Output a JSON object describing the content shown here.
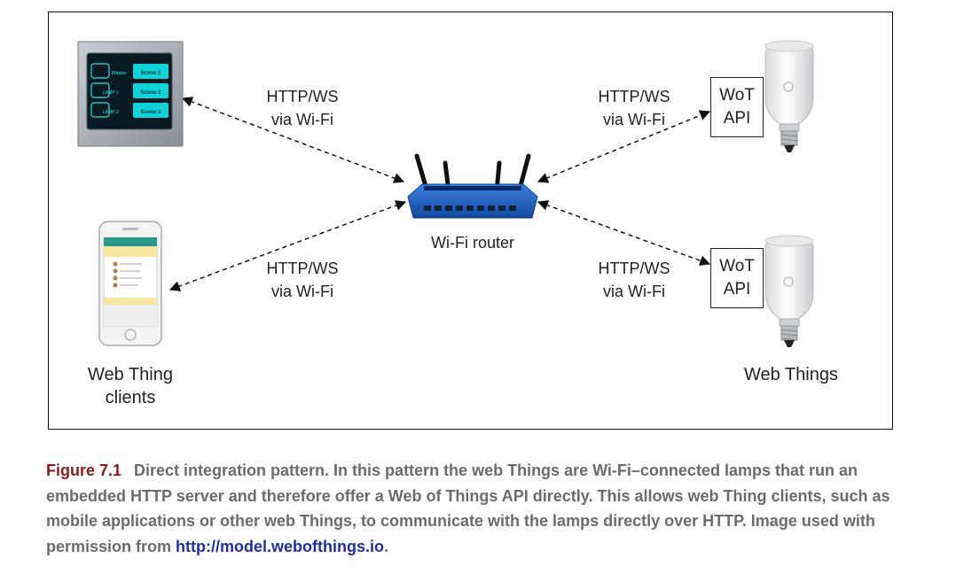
{
  "diagram": {
    "connection_labels": [
      {
        "id": "top-left",
        "line1": "HTTP/WS",
        "line2": "via Wi-Fi"
      },
      {
        "id": "top-right",
        "line1": "HTTP/WS",
        "line2": "via Wi-Fi"
      },
      {
        "id": "bottom-left",
        "line1": "HTTP/WS",
        "line2": "via Wi-Fi"
      },
      {
        "id": "bottom-right",
        "line1": "HTTP/WS",
        "line2": "via Wi-Fi"
      }
    ],
    "router_label": "Wi-Fi router",
    "clients_label": {
      "line1": "Web Thing",
      "line2": "clients"
    },
    "things_label": "Web Things",
    "wot_box": {
      "line1": "WoT",
      "line2": "API"
    },
    "panel_buttons": [
      "Scene 1",
      "Scene 2",
      "Scene 3"
    ],
    "panel_icon_labels": [
      "Master",
      "LAMP 1",
      "LAMP 2"
    ]
  },
  "caption": {
    "figure_number": "Figure 7.1",
    "text": "Direct integration pattern. In this pattern the web Things are Wi-Fi–connected lamps that run an embedded HTTP server and therefore offer a Web of Things API directly. This allows web Thing clients, such as mobile applications or other web Things, to communicate with the lamps directly over HTTP. Image used with permission from ",
    "link_text": "http://model.webofthings.io",
    "trailing": "."
  }
}
